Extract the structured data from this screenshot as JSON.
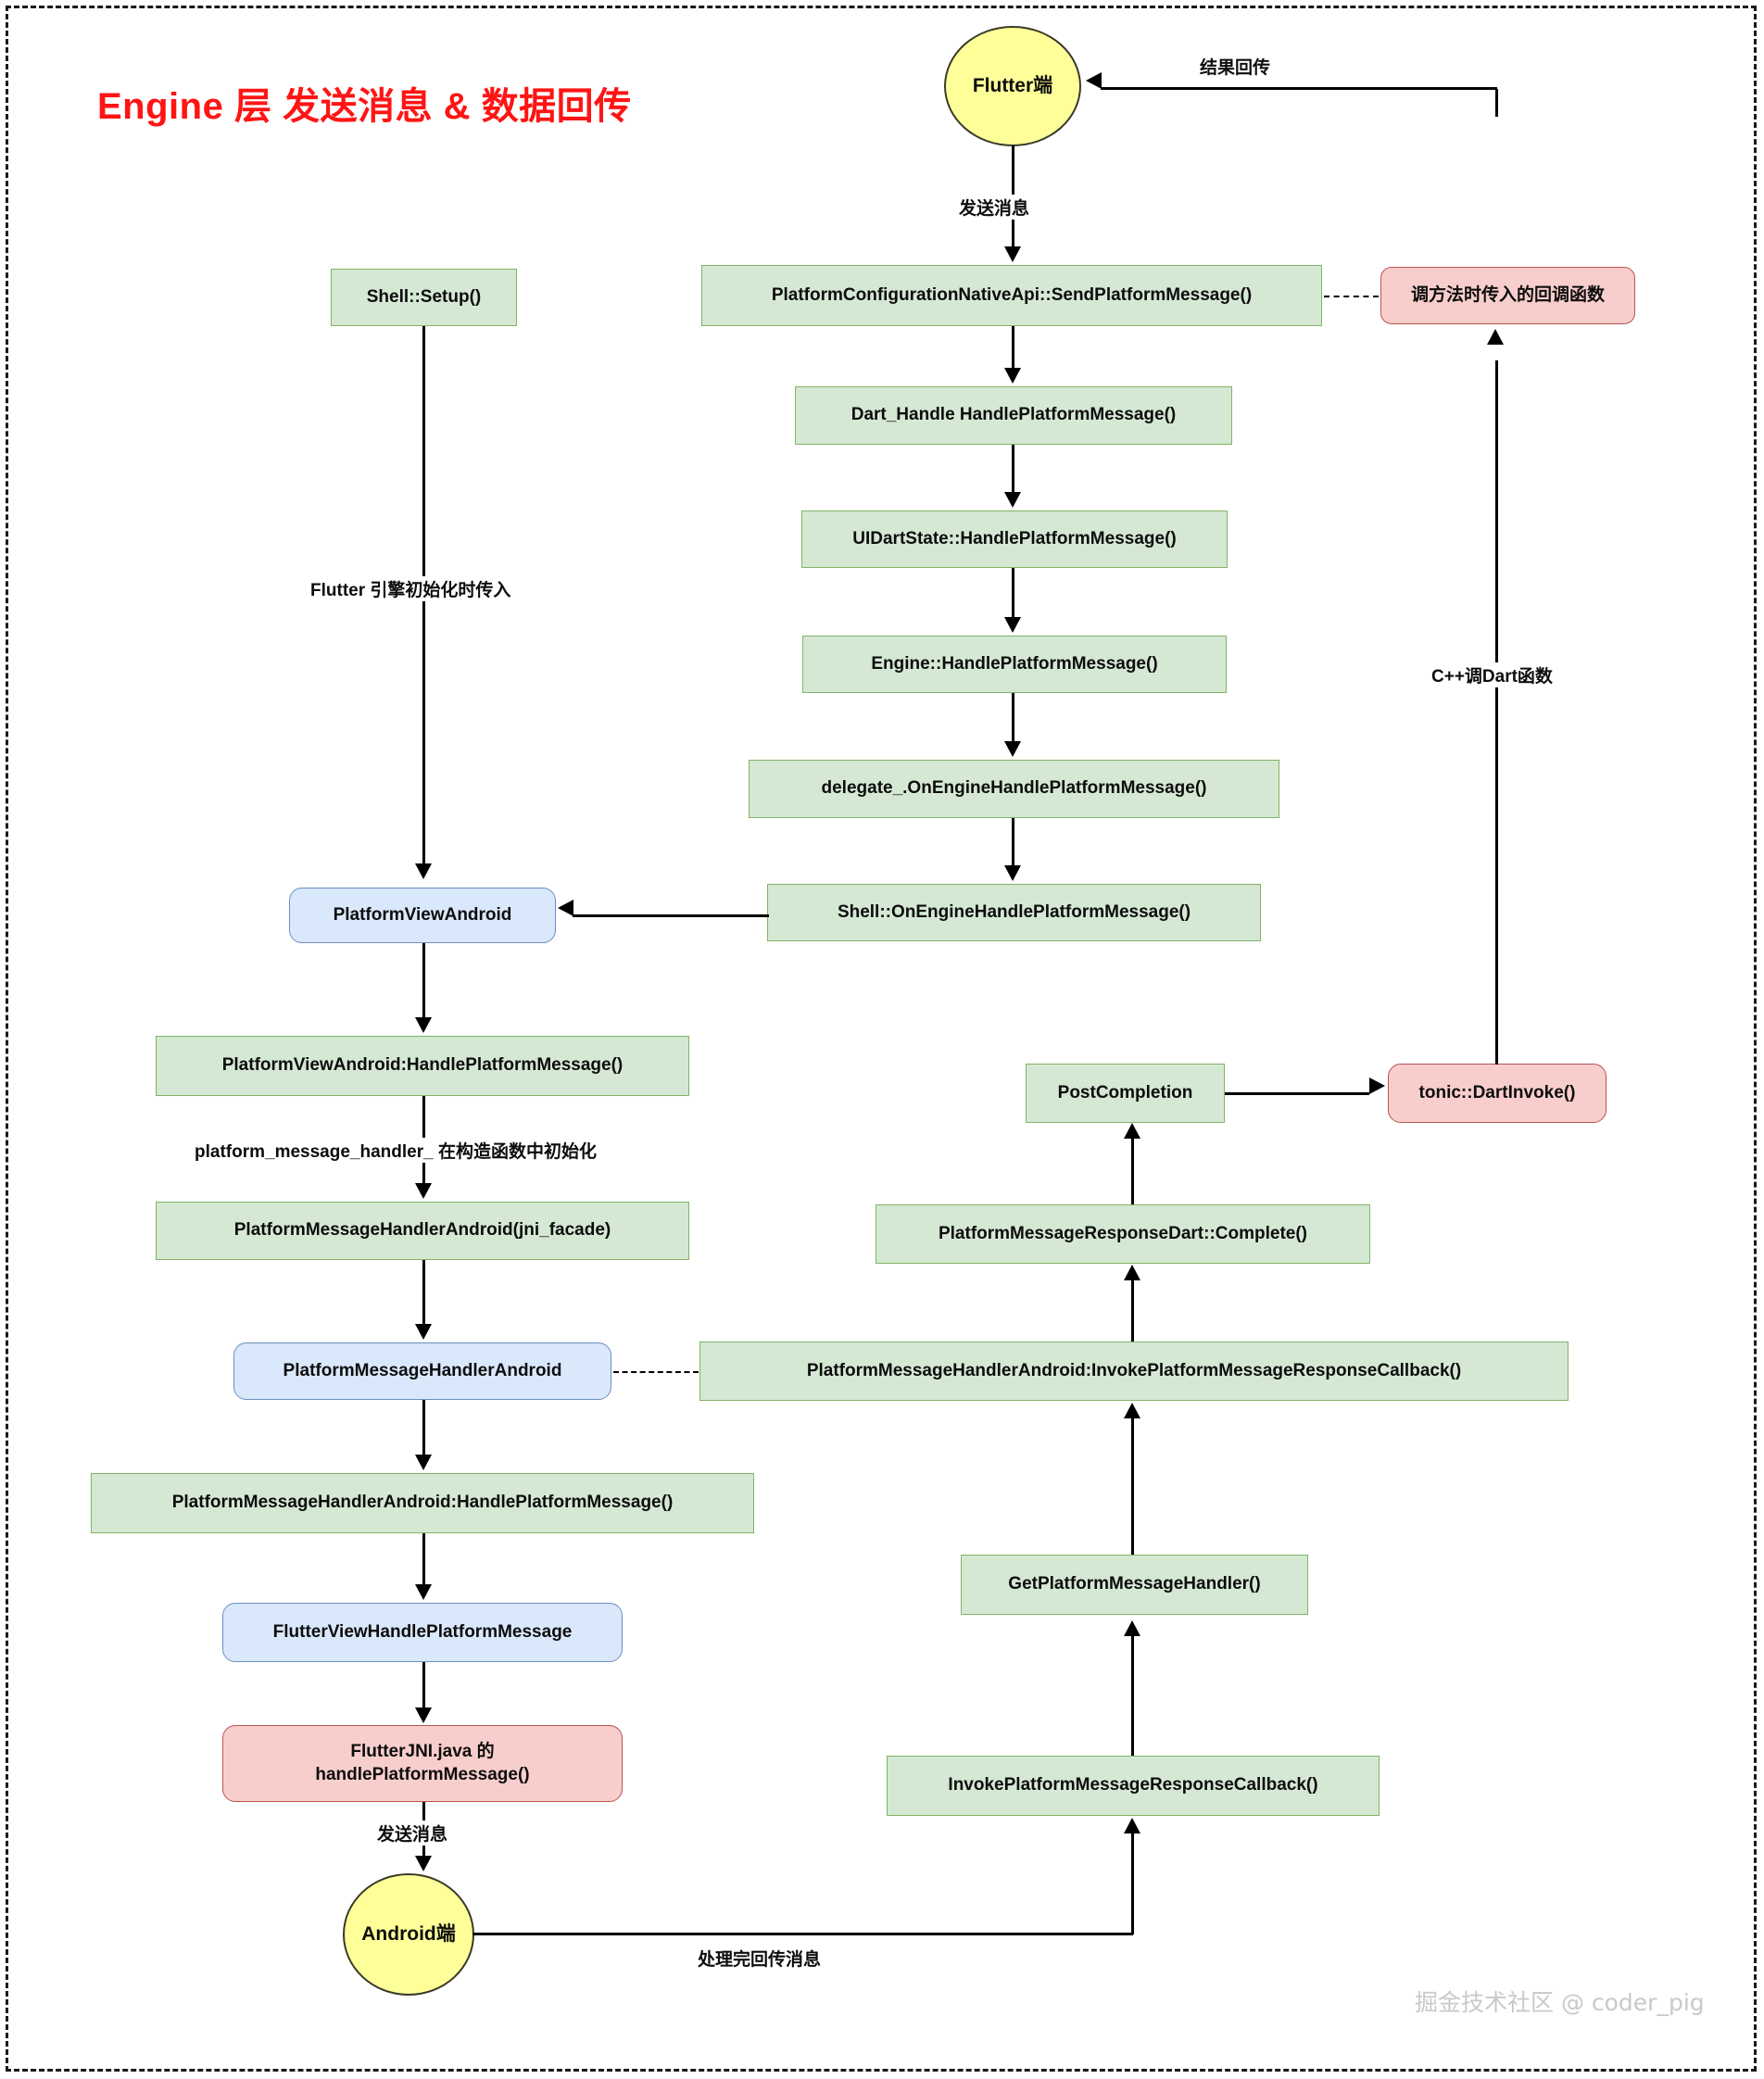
{
  "diagram": {
    "title": "Engine 层 发送消息 & 数据回传",
    "title_color": "#ff1414",
    "watermark": "掘金技术社区 @ coder_pig",
    "colors": {
      "green_fill": "#d5e8d4",
      "green_stroke": "#82b366",
      "blue_fill": "#dae8fc",
      "blue_stroke": "#6c8ebf",
      "pink_fill": "#f8cecc",
      "pink_stroke": "#b85450",
      "yellow_fill": "#ffff99",
      "edge": "#000000"
    },
    "nodes": {
      "flutter_terminal": "Flutter端",
      "shell_setup": "Shell::Setup()",
      "send_platform_message": "PlatformConfigurationNativeApi::SendPlatformMessage()",
      "callback_note": "调方法时传入的回调函数",
      "dart_handle": "Dart_Handle HandlePlatformMessage()",
      "ui_dart_state": "UIDartState::HandlePlatformMessage()",
      "engine_handle": "Engine::HandlePlatformMessage()",
      "delegate_on_engine": "delegate_.OnEngineHandlePlatformMessage()",
      "shell_on_engine": "Shell::OnEngineHandlePlatformMessage()",
      "platform_view_android": "PlatformViewAndroid",
      "platform_view_android_handle": "PlatformViewAndroid:HandlePlatformMessage()",
      "platform_message_handler_android_ctor": "PlatformMessageHandlerAndroid(jni_facade)",
      "platform_message_handler_android": "PlatformMessageHandlerAndroid",
      "platform_message_handler_android_handle": "PlatformMessageHandlerAndroid:HandlePlatformMessage()",
      "flutter_view_handle": "FlutterViewHandlePlatformMessage",
      "flutter_jni_line1": "FlutterJNI.java 的",
      "flutter_jni_line2": "handlePlatformMessage()",
      "android_terminal": "Android端",
      "invoke_response_callback": "InvokePlatformMessageResponseCallback()",
      "get_platform_message_handler": "GetPlatformMessageHandler()",
      "pmha_invoke_response_callback": "PlatformMessageHandlerAndroid:InvokePlatformMessageResponseCallback()",
      "pm_response_dart_complete": "PlatformMessageResponseDart::Complete()",
      "post_completion": "PostCompletion",
      "tonic_dart_invoke": "tonic::DartInvoke()"
    },
    "edge_labels": {
      "result_return": "结果回传",
      "send_message_top": "发送消息",
      "flutter_engine_init": "Flutter 引擎初始化时传入",
      "cpp_call_dart": "C++调Dart函数",
      "platform_message_handler_init": "platform_message_handler_ 在构造函数中初始化",
      "send_message_bottom": "发送消息",
      "process_done_return": "处理完回传消息"
    }
  }
}
